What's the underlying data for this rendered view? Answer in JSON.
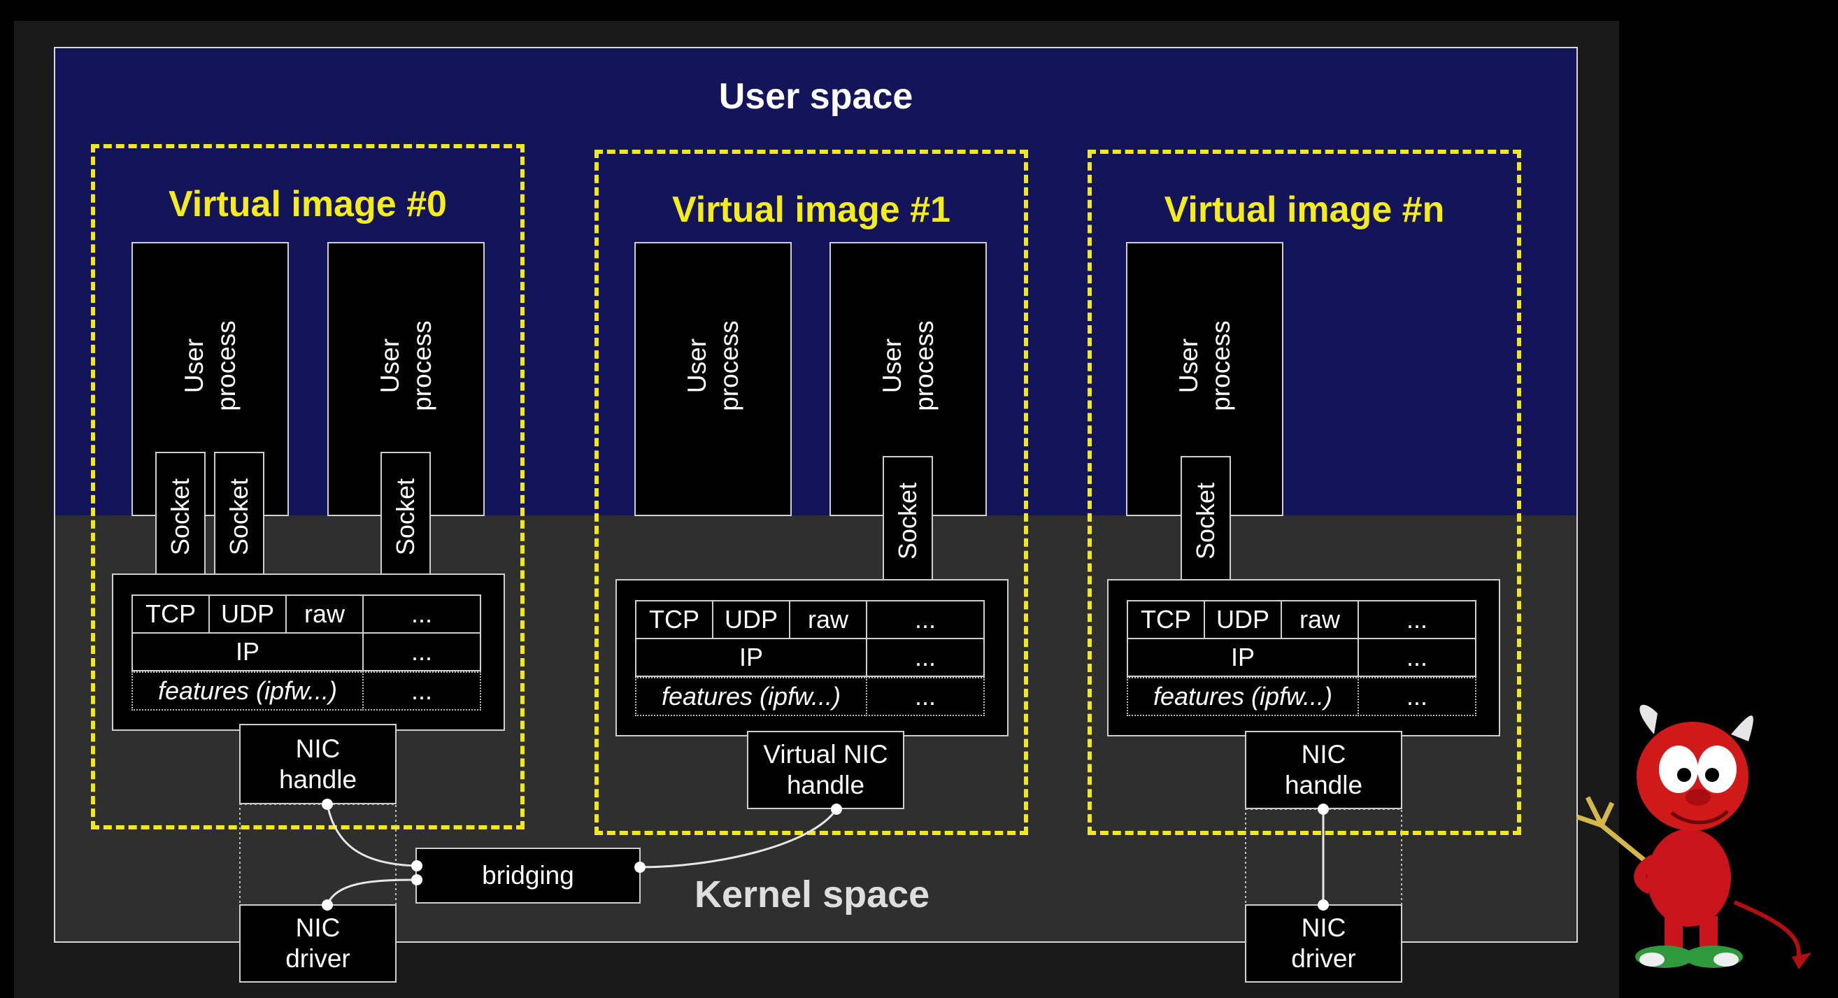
{
  "user_space_label": "User space",
  "kernel_space_label": "Kernel space",
  "socket_label": "Socket",
  "user_process_label": "User\nprocess",
  "stack": {
    "tcp": "TCP",
    "udp": "UDP",
    "raw": "raw",
    "more": "...",
    "ip": "IP",
    "features": "features (ipfw...)"
  },
  "images": [
    {
      "title": "Virtual image #0",
      "nic": "NIC\nhandle"
    },
    {
      "title": "Virtual image #1",
      "nic": "Virtual NIC\nhandle"
    },
    {
      "title": "Virtual image #n",
      "nic": "NIC\nhandle"
    }
  ],
  "bridging_label": "bridging",
  "nic_driver_label": "NIC\ndriver",
  "colors": {
    "user_space": "#14145a",
    "kernel_space": "#2f2f2f",
    "dashed_border": "#f1e81c",
    "title_yellow": "#f5ec1e"
  },
  "mascot": "bsd-daemon-icon"
}
